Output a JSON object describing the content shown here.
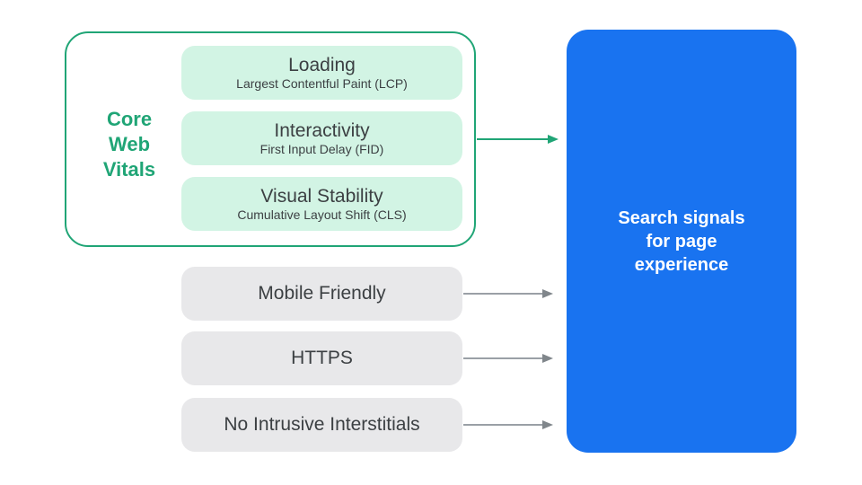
{
  "colors": {
    "green": "#20A576",
    "green-light": "#D2F4E4",
    "gray-light": "#E8E8EA",
    "text-dark": "#3C4043",
    "blue": "#1973F0",
    "arrow-gray": "#9AA0A6",
    "arrow-head-gray": "#80868B",
    "white": "#FFFFFF"
  },
  "core_web_vitals": {
    "label_lines": [
      "Core",
      "Web",
      "Vitals"
    ],
    "items": [
      {
        "title": "Loading",
        "subtitle": "Largest Contentful Paint (LCP)"
      },
      {
        "title": "Interactivity",
        "subtitle": "First Input Delay (FID)"
      },
      {
        "title": "Visual Stability",
        "subtitle": "Cumulative Layout Shift (CLS)"
      }
    ]
  },
  "other_signals": [
    {
      "label": "Mobile Friendly"
    },
    {
      "label": "HTTPS"
    },
    {
      "label": "No Intrusive Interstitials"
    }
  ],
  "result": {
    "label_lines": [
      "Search signals",
      "for page",
      "experience"
    ]
  }
}
